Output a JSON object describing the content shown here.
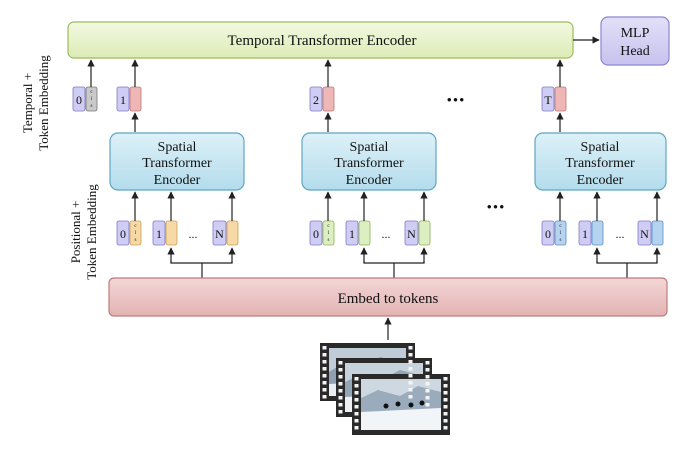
{
  "colors": {
    "temporal_fill": "#e8f3c9",
    "temporal_stroke": "#9dbb5d",
    "mlp_fill": "#d3d0f1",
    "mlp_stroke": "#8c86d1",
    "spatial_fill": "#c5e7f2",
    "spatial_stroke": "#5ea6c2",
    "embed_fill": "#edc2c2",
    "embed_stroke": "#bf7b7b",
    "token_index": "#cfcdf3",
    "token_cls": "#c9c9c9",
    "token_temporal": "#efb6b6",
    "token_orange": "#f7d9a6",
    "token_green": "#dcefc0",
    "token_blue": "#b5d2ef"
  },
  "labels": {
    "temporal_encoder": "Temporal Transformer Encoder",
    "mlp_line1": "MLP",
    "mlp_line2": "Head",
    "spatial_line1": "Spatial",
    "spatial_line2": "Transformer",
    "spatial_line3": "Encoder",
    "embed": "Embed to tokens",
    "side_temporal_line1": "Temporal +",
    "side_temporal_line2": "Token Embedding",
    "side_positional_line1": "Positional +",
    "side_positional_line2": "Token Embedding",
    "cls_glyph": "c l s",
    "zero": "0",
    "one": "1",
    "n": "N",
    "t": "T",
    "two": "2",
    "ellipsis_small": "...",
    "ellipsis_dots": "•••"
  },
  "icons": {
    "video_frames": "film-strip-icon"
  }
}
